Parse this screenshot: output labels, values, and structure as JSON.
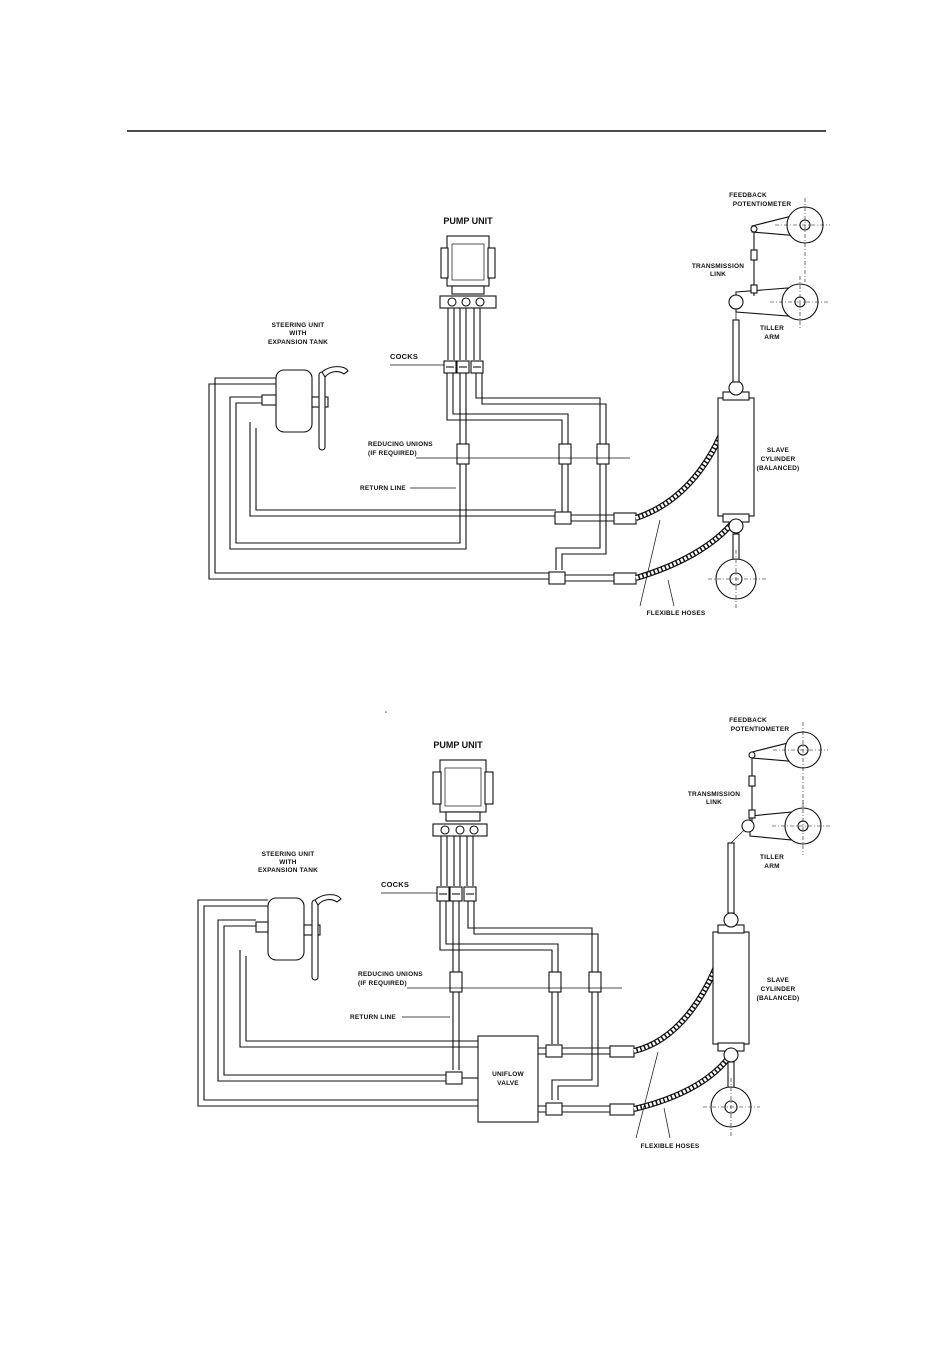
{
  "diagrams": [
    {
      "id": "top",
      "labels": {
        "pump_unit": "PUMP UNIT",
        "steering_unit": [
          "STEERING UNIT",
          "WITH",
          "EXPANSION TANK"
        ],
        "cocks": "COCKS",
        "reducing_unions": [
          "REDUCING UNIONS",
          "(IF REQUIRED)"
        ],
        "return_line": "RETURN LINE",
        "feedback_potentiometer": [
          "FEEDBACK",
          "POTENTIOMETER"
        ],
        "transmission_link": [
          "TRANSMISSION",
          "LINK"
        ],
        "tiller_arm": [
          "TILLER",
          "ARM"
        ],
        "slave_cylinder": [
          "SLAVE",
          "CYLINDER",
          "(BALANCED)"
        ],
        "flexible_hoses": "FLEXIBLE HOSES"
      }
    },
    {
      "id": "bottom",
      "labels": {
        "pump_unit": "PUMP UNIT",
        "steering_unit": [
          "STEERING UNIT",
          "WITH",
          "EXPANSION TANK"
        ],
        "cocks": "COCKS",
        "reducing_unions": [
          "REDUCING UNIONS",
          "(IF REQUIRED)"
        ],
        "return_line": "RETURN LINE",
        "uniflow_valve": [
          "UNIFLOW",
          "VALVE"
        ],
        "feedback_potentiometer": [
          "FEEDBACK",
          "POTENTIOMETER"
        ],
        "transmission_link": [
          "TRANSMISSION",
          "LINK"
        ],
        "tiller_arm": [
          "TILLER",
          "ARM"
        ],
        "slave_cylinder": [
          "SLAVE",
          "CYLINDER",
          "(BALANCED)"
        ],
        "flexible_hoses": "FLEXIBLE HOSES"
      }
    }
  ]
}
